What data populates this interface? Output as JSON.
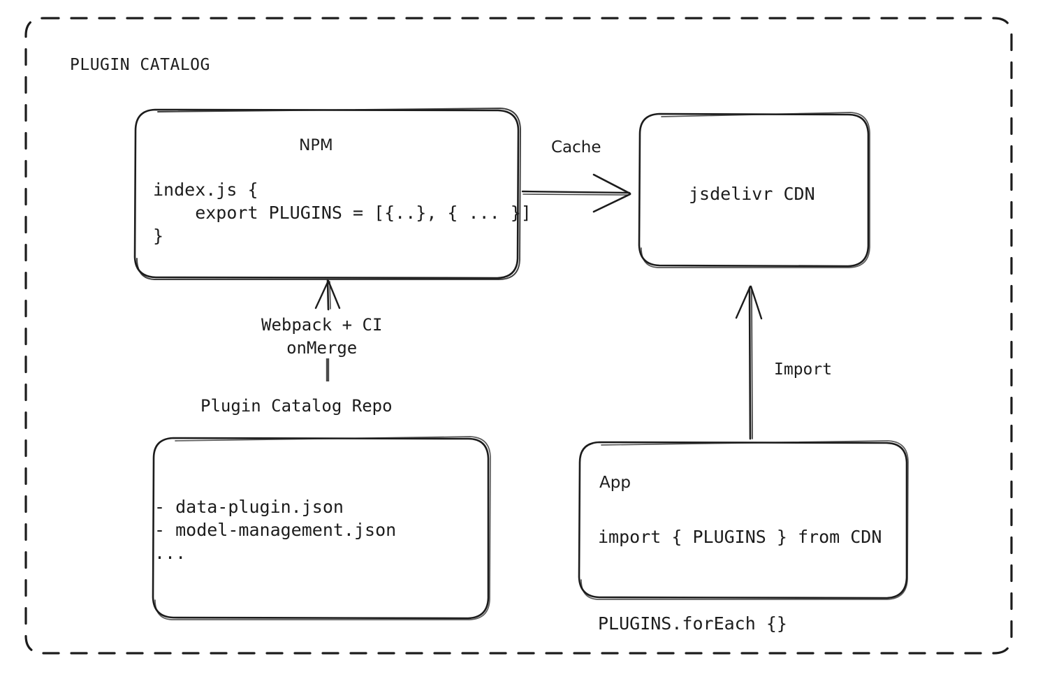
{
  "diagram": {
    "group_title": "PLUGIN CATALOG",
    "background": "#ffffff",
    "stroke_color": "#1c1c1c"
  },
  "nodes": {
    "npm": {
      "title": "NPM",
      "code": "index.js {\n    export PLUGINS = [{..}, { ... }]\n}"
    },
    "cdn": {
      "title": "jsdelivr CDN"
    },
    "repo": {
      "title": "Plugin Catalog Repo",
      "items": "- data-plugin.json\n- model-management.json\n..."
    },
    "app": {
      "title": "App",
      "code": "import { PLUGINS } from CDN\n\nPLUGINS.forEach {}"
    }
  },
  "edges": {
    "cache": {
      "label": "Cache"
    },
    "build": {
      "label": "Webpack + CI\nonMerge"
    },
    "import": {
      "label": "Import"
    }
  }
}
